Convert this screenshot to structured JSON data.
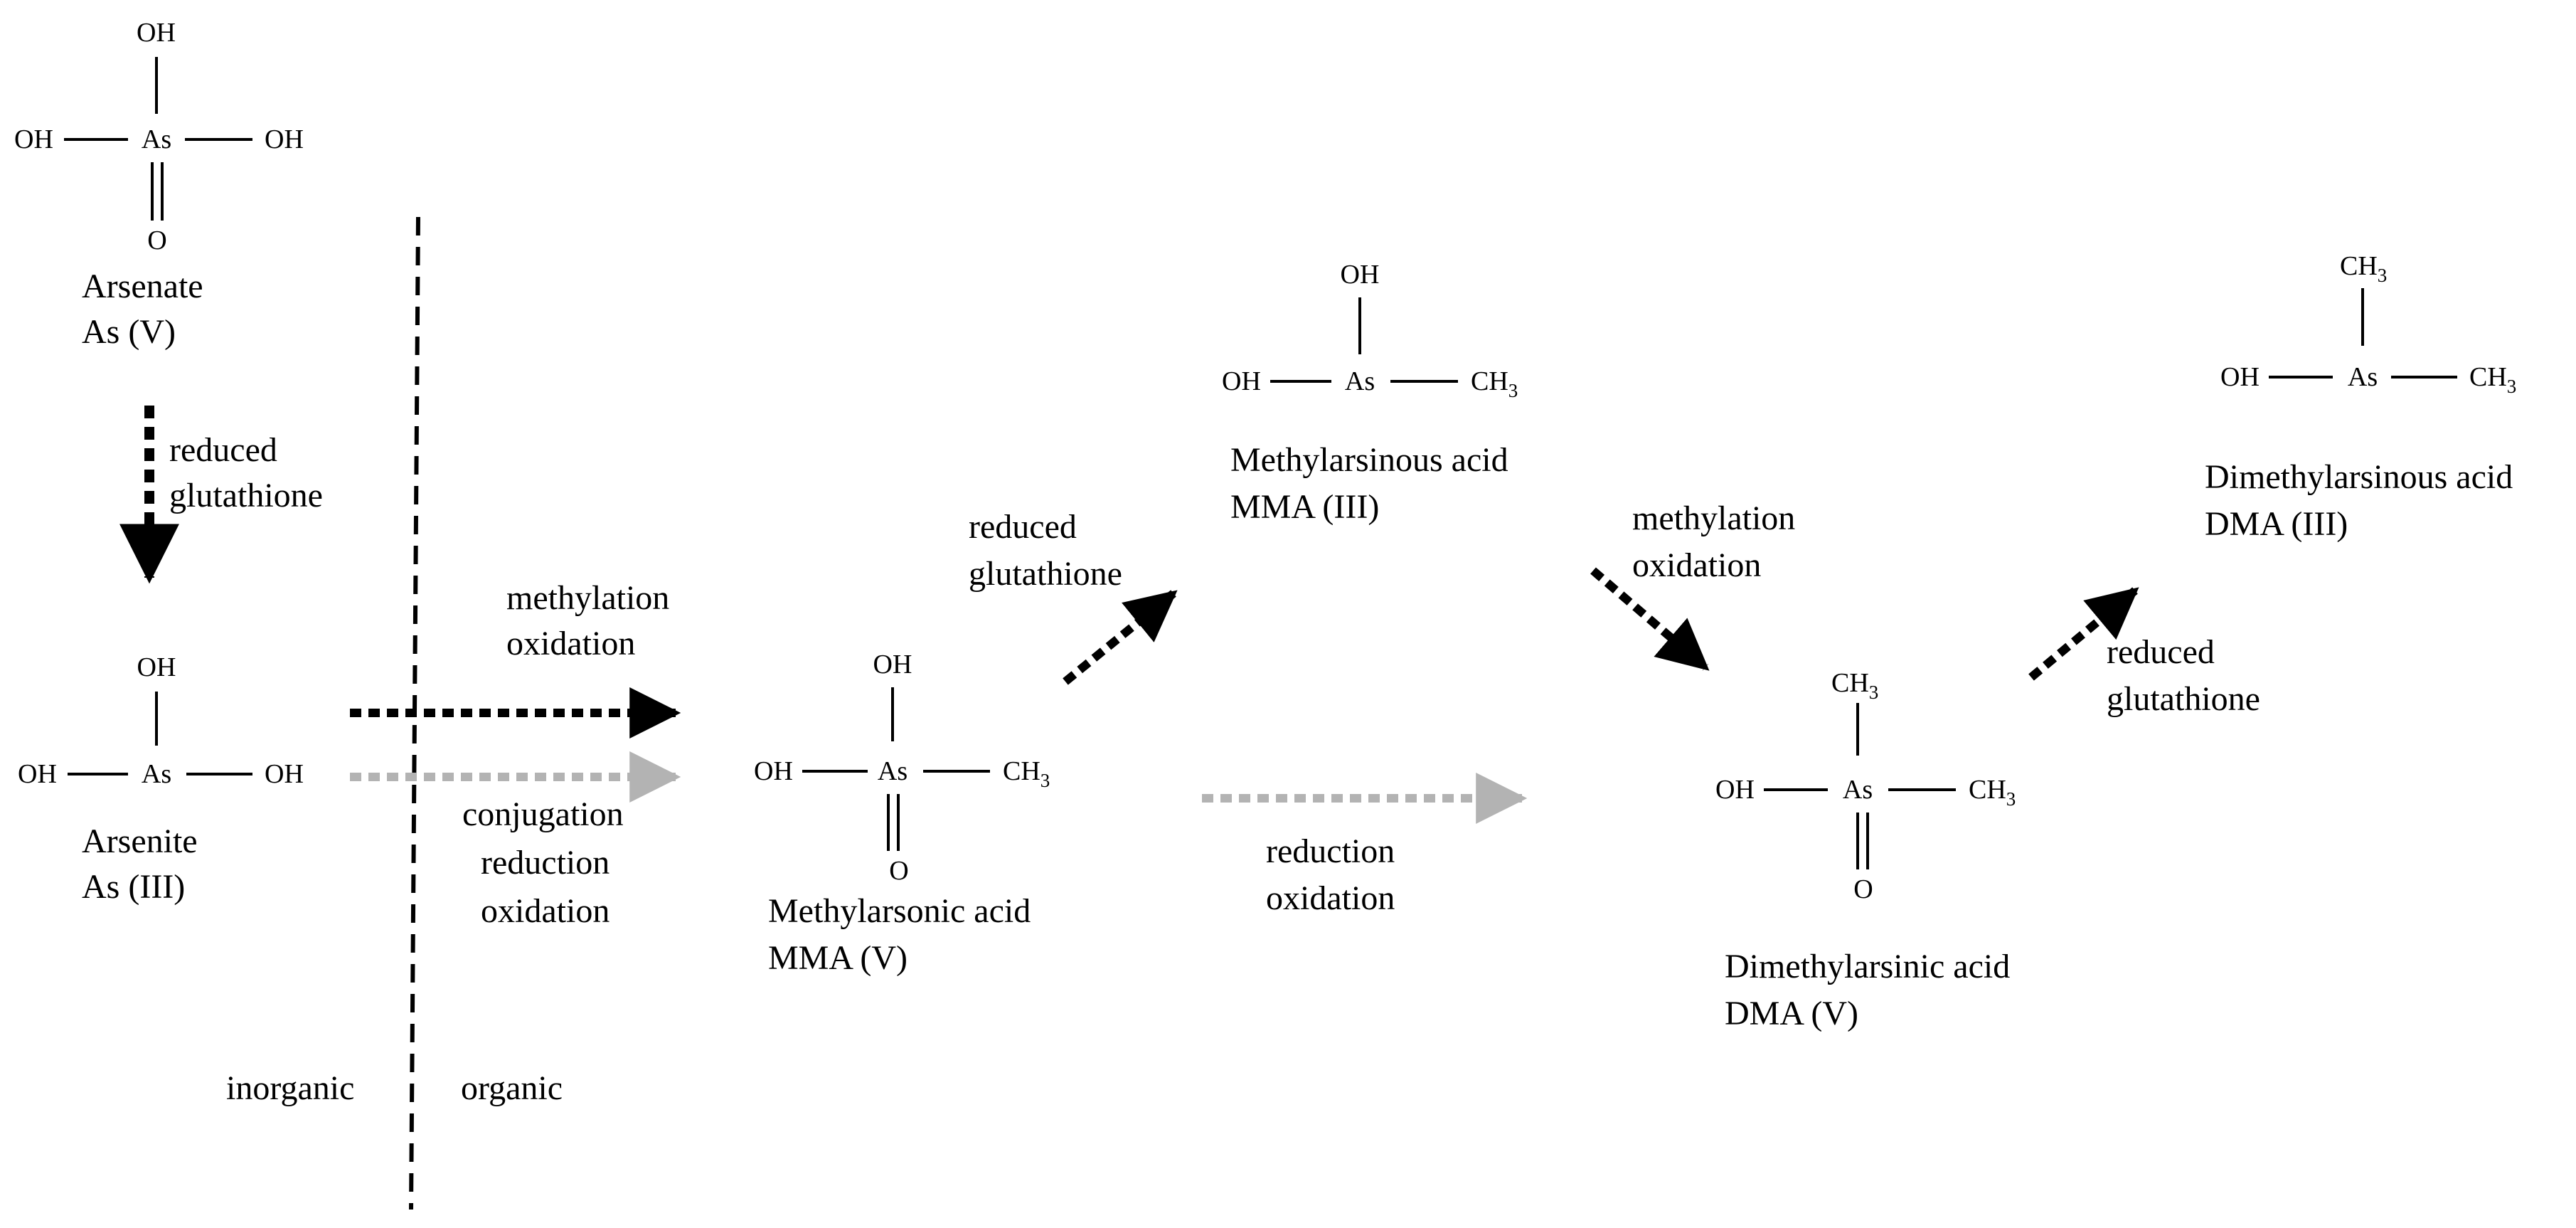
{
  "atoms": {
    "oh": "OH",
    "as": "As",
    "o": "O",
    "ch": "CH",
    "three": "3"
  },
  "compounds": {
    "arsenate": {
      "name": "Arsenate",
      "state": "As (V)"
    },
    "arsenite": {
      "name": "Arsenite",
      "state": "As (III)"
    },
    "mma_v": {
      "name": "Methylarsonic acid",
      "state": "MMA (V)"
    },
    "mma_iii": {
      "name": "Methylarsinous acid",
      "state": "MMA (III)"
    },
    "dma_v": {
      "name": "Dimethylarsinic acid",
      "state": "DMA (V)"
    },
    "dma_iii": {
      "name": "Dimethylarsinous acid",
      "state": "DMA (III)"
    }
  },
  "steps": {
    "arsenate_to_arsenite": [
      "reduced",
      "glutathione"
    ],
    "arsenite_to_mma_v_black": [
      "methylation",
      "oxidation"
    ],
    "arsenite_to_mma_v_gray": [
      "conjugation",
      "reduction",
      "oxidation"
    ],
    "mma_v_to_mma_iii": [
      "reduced",
      "glutathione"
    ],
    "mma_iii_to_dma_v": [
      "methylation",
      "oxidation"
    ],
    "mma_v_to_dma_v_gray": [
      "reduction",
      "oxidation"
    ],
    "dma_v_to_dma_iii": [
      "reduced",
      "glutathione"
    ]
  },
  "regions": {
    "left": "inorganic",
    "right": "organic"
  },
  "colors": {
    "primary_pathway": "#000000",
    "secondary_pathway": "#b3b3b3",
    "divider": "#000000"
  }
}
